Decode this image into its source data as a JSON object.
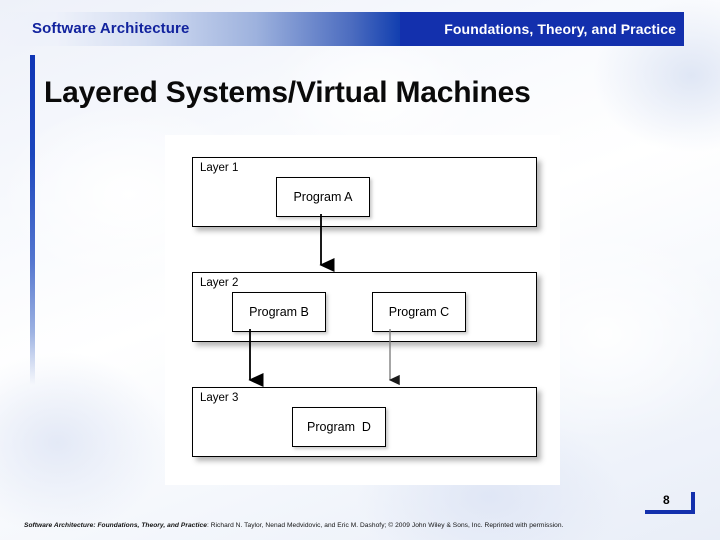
{
  "header": {
    "left_title": "Software Architecture",
    "right_title": "Foundations, Theory, and Practice",
    "accent_color": "#1330ad",
    "left_text_color": "#12239e",
    "right_text_color": "#ffffff"
  },
  "slide": {
    "title": "Layered Systems/Virtual Machines",
    "page_number": "8"
  },
  "diagram": {
    "layers": [
      {
        "label": "Layer 1",
        "programs": [
          {
            "label": "Program A"
          }
        ]
      },
      {
        "label": "Layer 2",
        "programs": [
          {
            "label": "Program B"
          },
          {
            "label": "Program C"
          }
        ]
      },
      {
        "label": "Layer 3",
        "programs": [
          {
            "label": "Program  D"
          }
        ]
      }
    ],
    "connectors": [
      {
        "from": "Program A",
        "to": "Layer 2",
        "style": "dark"
      },
      {
        "from": "Program B",
        "to": "Layer 3",
        "style": "dark"
      },
      {
        "from": "Program C",
        "to": "Layer 3",
        "style": "light"
      }
    ]
  },
  "footer": {
    "emphasis": "Software Architecture: Foundations, Theory, and Practice",
    "rest": ": Richard N. Taylor, Nenad Medvidovic, and Eric M. Dashofy; © 2009 John Wiley & Sons, Inc. Reprinted with permission."
  }
}
